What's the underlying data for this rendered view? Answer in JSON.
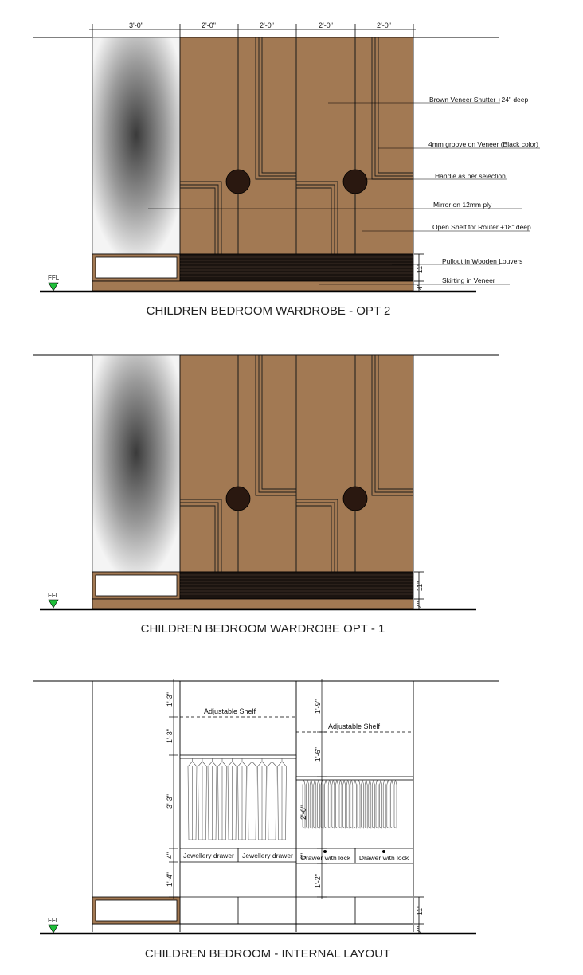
{
  "opt2": {
    "title": "CHILDREN  BEDROOM WARDROBE  - OPT 2",
    "top_dims": [
      "3'-0\"",
      "2'-0\"",
      "2'-0\"",
      "2'-0\"",
      "2'-0\""
    ],
    "side_dims": [
      "11\"",
      "4\""
    ],
    "notes": [
      "Brown Veneer Shutter +24\" deep",
      "4mm groove on Veneer (Black color)",
      "Handle as per selection",
      "Mirror on 12mm ply",
      "Open Shelf for Router +18\" deep",
      "Pullout in Wooden Louvers",
      "Skirting in Veneer"
    ],
    "ffl": "FFL"
  },
  "opt1": {
    "title": "CHILDREN  BEDROOM WARDROBE  OPT - 1",
    "side_dims": [
      "11\"",
      "4\""
    ],
    "ffl": "FFL"
  },
  "internal": {
    "title": "CHILDREN  BEDROOM - INTERNAL LAYOUT",
    "left_dims": [
      "1'-3\"",
      "1'-3\"",
      "3'-3\"",
      "4\"",
      "1'-4\""
    ],
    "right_dims": [
      "1'-9\"",
      "1'-6\"",
      "2'-6\"",
      "6\"",
      "1'-2\""
    ],
    "side_dims": [
      "11\"",
      "4\""
    ],
    "adjustable_shelf_left": "Adjustable Shelf",
    "adjustable_shelf_right": "Adjustable Shelf",
    "drawer_labels": [
      "Jewellery drawer",
      "Jewellery drawer",
      "Drawer with lock",
      "Drawer with lock"
    ],
    "ffl": "FFL"
  },
  "colors": {
    "veneer": "#a27953",
    "groove": "#1a1a1a",
    "louver": "#1b1410",
    "handle": "#2a1810",
    "ffl_marker": "#1fbf3a"
  }
}
